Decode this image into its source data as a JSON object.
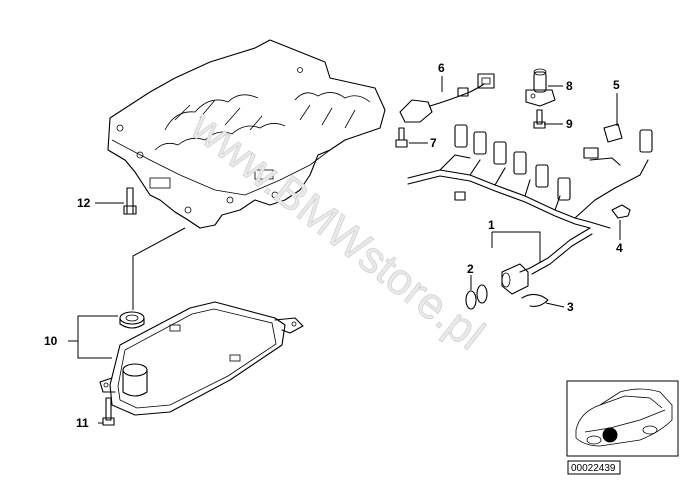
{
  "watermark": "www.BMWstore.pl",
  "callouts": {
    "c1": "1",
    "c2": "2",
    "c3": "3",
    "c4": "4",
    "c5": "5",
    "c6": "6",
    "c7": "7",
    "c8": "8",
    "c9": "9",
    "c10": "10",
    "c11": "11",
    "c12": "12"
  },
  "inset": {
    "code": "00022439"
  }
}
